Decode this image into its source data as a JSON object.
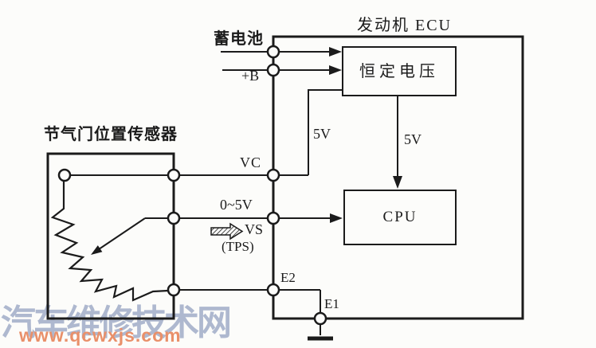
{
  "diagram": {
    "ecu_title": "发动机 ECU",
    "battery_label": "蓄电池",
    "plus_b_label": "+B",
    "vc_label": "VC",
    "voltage_range_label": "0~5V",
    "vs_label": "VS",
    "tps_label": "(TPS)",
    "e2_label": "E2",
    "e1_label": "E1",
    "five_v_left_label": "5V",
    "five_v_right_label": "5V",
    "regulator_box_label": "恒定电压",
    "cpu_box_label": "CPU",
    "sensor_title": "节气门位置传感器"
  },
  "watermark": {
    "site_name": "汽车维修技术网",
    "site_url": "www.qcwxjs.com"
  },
  "colors": {
    "ink": "#1b1b1b",
    "paper": "#fcfcfa",
    "watermark_name": "#aab5cd",
    "watermark_url": "#e9906a"
  }
}
